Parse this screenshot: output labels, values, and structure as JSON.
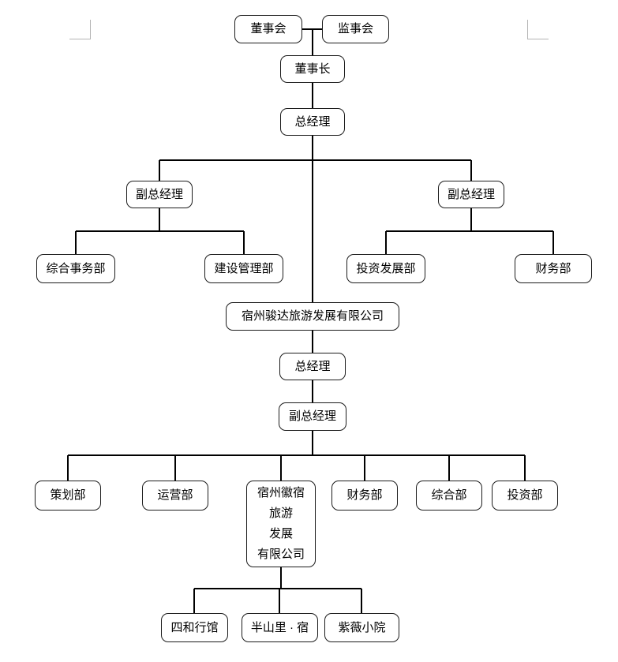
{
  "colors": {
    "box_border": "#1c1c1c",
    "box_fill": "#ffffff",
    "connector": "#000000",
    "margin_mark": "#b4b4b4",
    "text": "#000000"
  },
  "org": {
    "nodes": [
      {
        "label": "董事会"
      },
      {
        "label": "监事会"
      },
      {
        "label": "董事长"
      },
      {
        "label": "总经理"
      },
      {
        "label": "副总经理"
      },
      {
        "label": "副总经理"
      },
      {
        "label": "综合事务部"
      },
      {
        "label": "建设管理部"
      },
      {
        "label": "投资发展部"
      },
      {
        "label": "财务部"
      },
      {
        "label": "宿州骏达旅游发展有限公司"
      },
      {
        "label": "总经理"
      },
      {
        "label": "副总经理"
      },
      {
        "label": "策划部"
      },
      {
        "label": "运营部"
      },
      {
        "label": "宿州徽宿\n旅游\n发展\n有限公司"
      },
      {
        "label": "财务部"
      },
      {
        "label": "综合部"
      },
      {
        "label": "投资部"
      },
      {
        "label": "四和行馆"
      },
      {
        "label": "半山里 · 宿"
      },
      {
        "label": "紫薇小院"
      }
    ]
  }
}
